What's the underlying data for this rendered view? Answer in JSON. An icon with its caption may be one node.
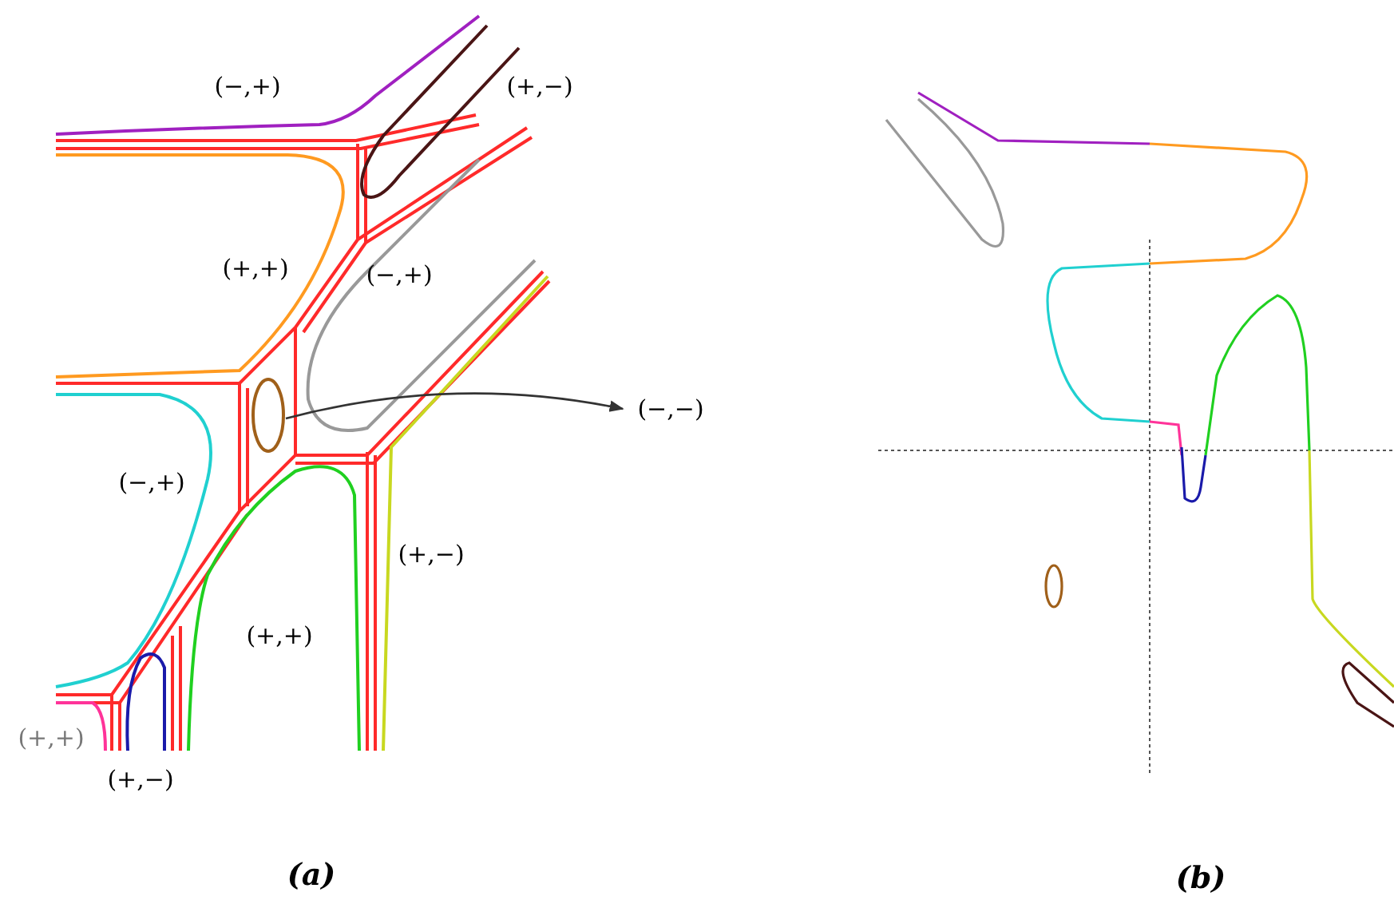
{
  "diagram": {
    "nodes": [
      {
        "text": [],
        "shape": "ellipse"
      },
      {
        "text": [
          "(−,−)"
        ]
      }
    ],
    "edges": [
      {
        "from": 0,
        "to": 1,
        "arrow": "to"
      }
    ],
    "labels": [
      "(−,+)",
      "(+,−)",
      "(+,+)",
      "(−,+)",
      "(−,+)",
      "(+,−)",
      "(+,+)",
      "(+,+)",
      "(+,−)",
      "(a)",
      "(b)"
    ]
  }
}
